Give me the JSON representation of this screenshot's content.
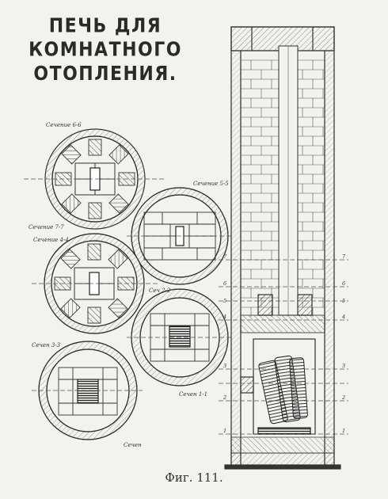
{
  "title_lines": [
    "ПЕЧЬ ДЛЯ",
    "КОМНАТНОГО",
    "ОТОПЛЕНИЯ."
  ],
  "caption": "Фиг. 111.",
  "section_labels": {
    "s66": "Сечение 6-6",
    "s55": "Сечение 5-5",
    "s77": "Сечение 7-7",
    "s44": "Сечение 4-4",
    "s22": "Сеч 2-2",
    "s33": "Сечен 3-3",
    "s11": "Сечен 1-1",
    "s_bottom": "Сечен"
  },
  "elevation_marks_left": [
    "7",
    "6",
    "5",
    "4",
    "3",
    "2",
    "1"
  ],
  "elevation_marks_right": [
    "7",
    "6",
    "5",
    "4",
    "3",
    "2",
    "1"
  ]
}
